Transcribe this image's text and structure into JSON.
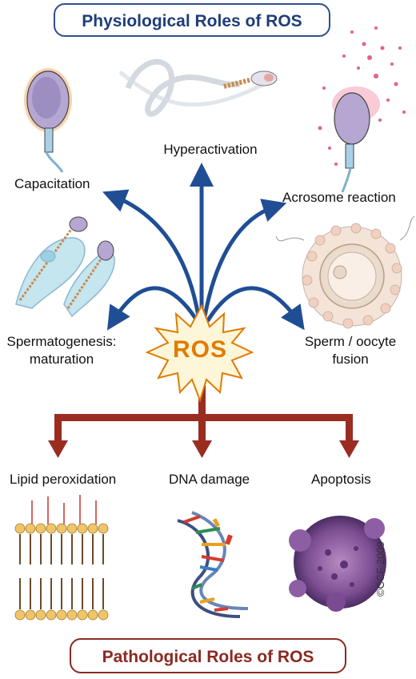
{
  "titles": {
    "physiological": "Physiological Roles of ROS",
    "pathological": "Pathological Roles of ROS"
  },
  "center": {
    "label": "ROS"
  },
  "physiological_roles": [
    {
      "label": "Hyperactivation"
    },
    {
      "label": "Capacitation"
    },
    {
      "label": "Acrosome reaction"
    },
    {
      "label": "Spermatogenesis:\nmaturation"
    },
    {
      "label": "Sperm / oocyte\nfusion"
    }
  ],
  "pathological_roles": [
    {
      "label": "Lipid peroxidation"
    },
    {
      "label": "DNA damage"
    },
    {
      "label": "Apoptosis"
    }
  ],
  "copyright": "©CCF 2009",
  "colors": {
    "physiological_arrow": "#1f4e94",
    "pathological_arrow": "#9a2d20",
    "ros_star_fill": "#fdf6d8",
    "ros_text": "#e07b00"
  }
}
